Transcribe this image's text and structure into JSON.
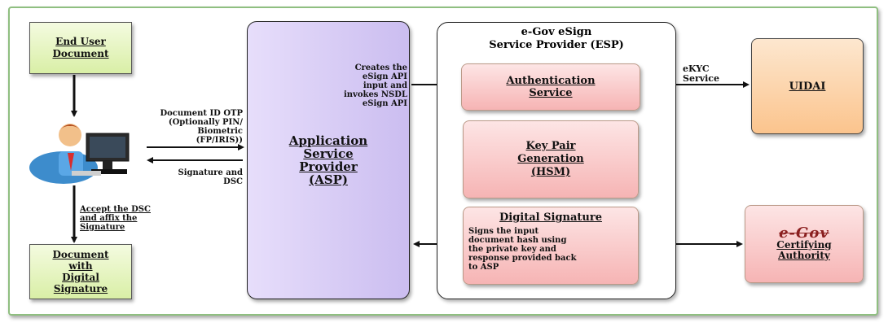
{
  "end_user_document": "End User\nDocument",
  "document_with_signature": "Document\nwith\nDigital\nSignature",
  "asp": "Application\nService\nProvider\n(ASP)",
  "esp_title": "e-Gov eSign\nService Provider (ESP)",
  "auth_service": "Authentication\nService",
  "key_pair": "Key Pair\nGeneration\n(HSM)",
  "digital_signature_title": "Digital Signature",
  "digital_signature_desc": "Signs the input\ndocument hash using\nthe private key and\nresponse provided back\nto ASP",
  "uidai": "UIDAI",
  "cert_logo": "e-Gov",
  "cert_authority": "Certifying\nAuthority",
  "labels": {
    "creates_api": "Creates the\neSign API\ninput and\ninvokes NSDL\neSign API",
    "doc_id_otp": "Document ID OTP\n(Optionally PIN/\nBiometric\n(FP/IRIS))",
    "signature_dsc": "Signature and\nDSC",
    "accept_dsc": "Accept the DSC\nand affix the\nSignature",
    "ekyc": "eKYC\nService"
  }
}
